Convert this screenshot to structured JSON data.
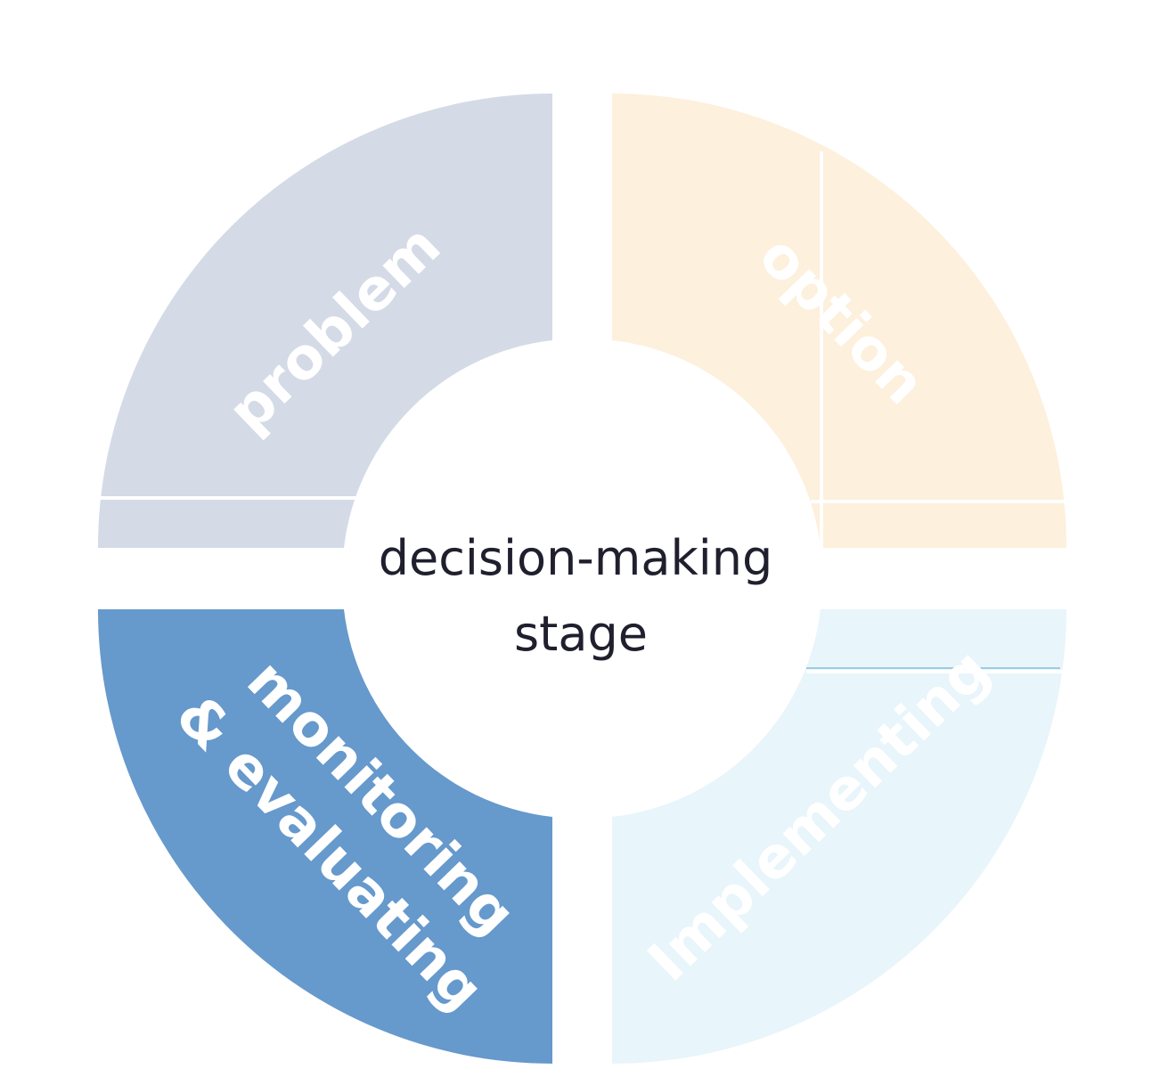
{
  "center": {
    "line1": "decision-making",
    "line2": "stage"
  },
  "segments": {
    "top_left": {
      "label": "problem",
      "color": "#d4dae6"
    },
    "top_right": {
      "label": "option",
      "color": "#fdf0dc"
    },
    "bottom_left": {
      "label_line1": "monitoring",
      "label_line2": "& evaluating",
      "color": "#6699cc"
    },
    "bottom_right": {
      "label": "Implementing",
      "color": "#e8f5fb"
    }
  }
}
